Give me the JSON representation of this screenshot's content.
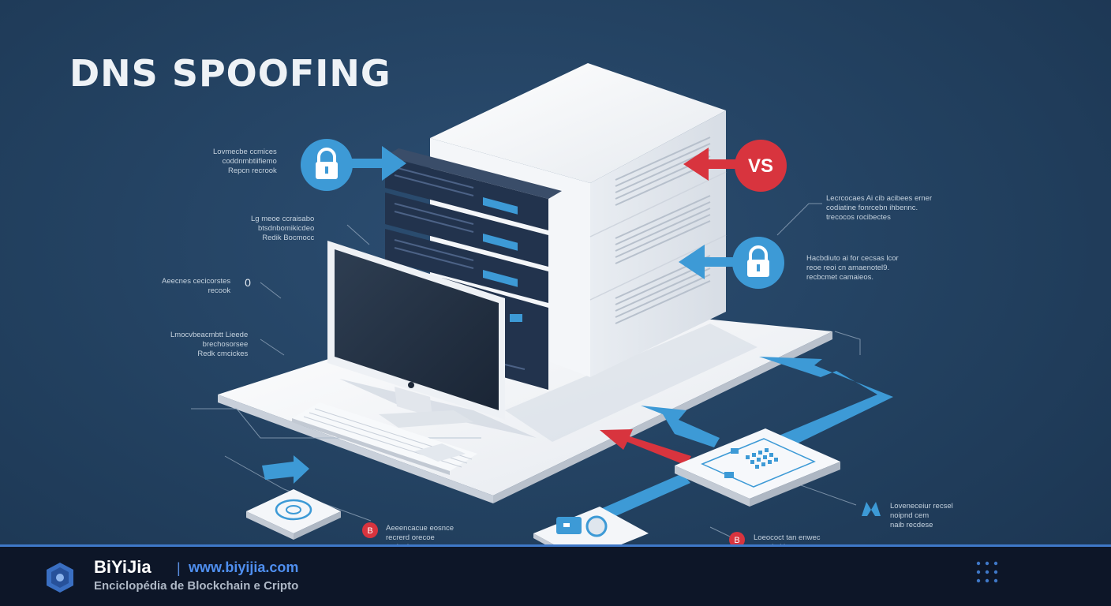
{
  "title": "DNS SPOOFING",
  "badges": {
    "vs_label": "VS"
  },
  "notes": [
    {
      "id": "lock-left",
      "text": "Lovmecbe ccmices\ncoddnmbtiifiemo\nRepcn recrook"
    },
    {
      "id": "server-left",
      "text": "Lg meoe ccraisabo\nbtsdnbomikicdeo\nRedik Bocmocc"
    },
    {
      "id": "monitor-left",
      "text": "Aeecnes cecicorstes\nrecook"
    },
    {
      "id": "keyboard-left",
      "text": "Lmocvbeacmbtt Lieede\nbrechosorsee\nRedk cmcickes"
    },
    {
      "id": "vs-right",
      "text": "Lecrcocaes Ai cib acibees erner\ncodiatine fonrcebn ihbennc.\ntrecocos rocibectes"
    },
    {
      "id": "lock-right",
      "text": "Hacbdiuto ai for cecsas lcor\nreoe reoi cn amaenotel9.\nrecbcmet camaieos."
    },
    {
      "id": "device-right",
      "text": "Loveneceiur recsel\nnoipnd cem\nnaib recdese"
    },
    {
      "id": "bottom-mid",
      "text": "Aeeencacue eosnce\nrecrerd orecoe\nreahsd anoore"
    },
    {
      "id": "bottom-right",
      "text": "Loeococt tan enwec\nreaccitol inpuer\nanea caneo"
    }
  ],
  "markers": [
    {
      "id": "monitor-marker",
      "label": "0"
    },
    {
      "id": "bottom-mid-marker",
      "label": "B"
    },
    {
      "id": "bottom-right-marker",
      "label": "B"
    }
  ],
  "colors": {
    "background": "#22405f",
    "accent_blue": "#3d9ad6",
    "alert_red": "#d8343e",
    "server_white": "#f2f4f7",
    "server_dark": "#22334d",
    "footer": "#0d1628",
    "footer_border": "#3f78c8",
    "link": "#4f8ff0"
  },
  "footer": {
    "brand": "BiYiJia",
    "separator": "|",
    "url": "www.biyijia.com",
    "tagline": "Enciclopédia de Blockchain e Cripto"
  }
}
